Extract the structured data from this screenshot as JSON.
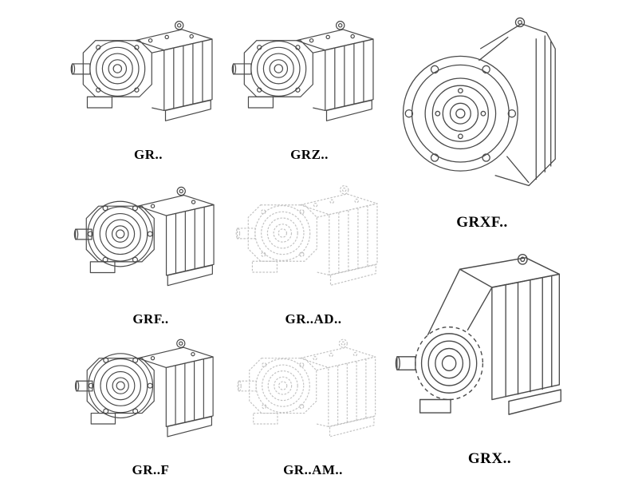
{
  "page": {
    "background": "#ffffff",
    "description": "Catalog sheet of helical gear reducer technical line drawings"
  },
  "colors": {
    "line": "#4a4a4a",
    "line_light": "#c3c3c3",
    "label_text": "#000000"
  },
  "products": [
    {
      "label": "GR..",
      "name": "gr",
      "style": "foot-mounted",
      "render": "dark"
    },
    {
      "label": "GRZ..",
      "name": "grz",
      "style": "foot-mounted",
      "render": "dark"
    },
    {
      "label": "GRXF..",
      "name": "grxf",
      "style": "flange-front",
      "render": "dark"
    },
    {
      "label": "GRF..",
      "name": "grf",
      "style": "flange-foot-mounted",
      "render": "dark"
    },
    {
      "label": "GR..AD..",
      "name": "gr-ad",
      "style": "foot-mounted-adapter",
      "render": "light"
    },
    {
      "label": "GRX..",
      "name": "grx",
      "style": "foot-mounted-large",
      "render": "dark"
    },
    {
      "label": "GR..F",
      "name": "gr-f",
      "style": "flange-foot-mounted",
      "render": "dark"
    },
    {
      "label": "GR..AM..",
      "name": "gr-am",
      "style": "foot-mounted-adapter",
      "render": "light"
    }
  ]
}
